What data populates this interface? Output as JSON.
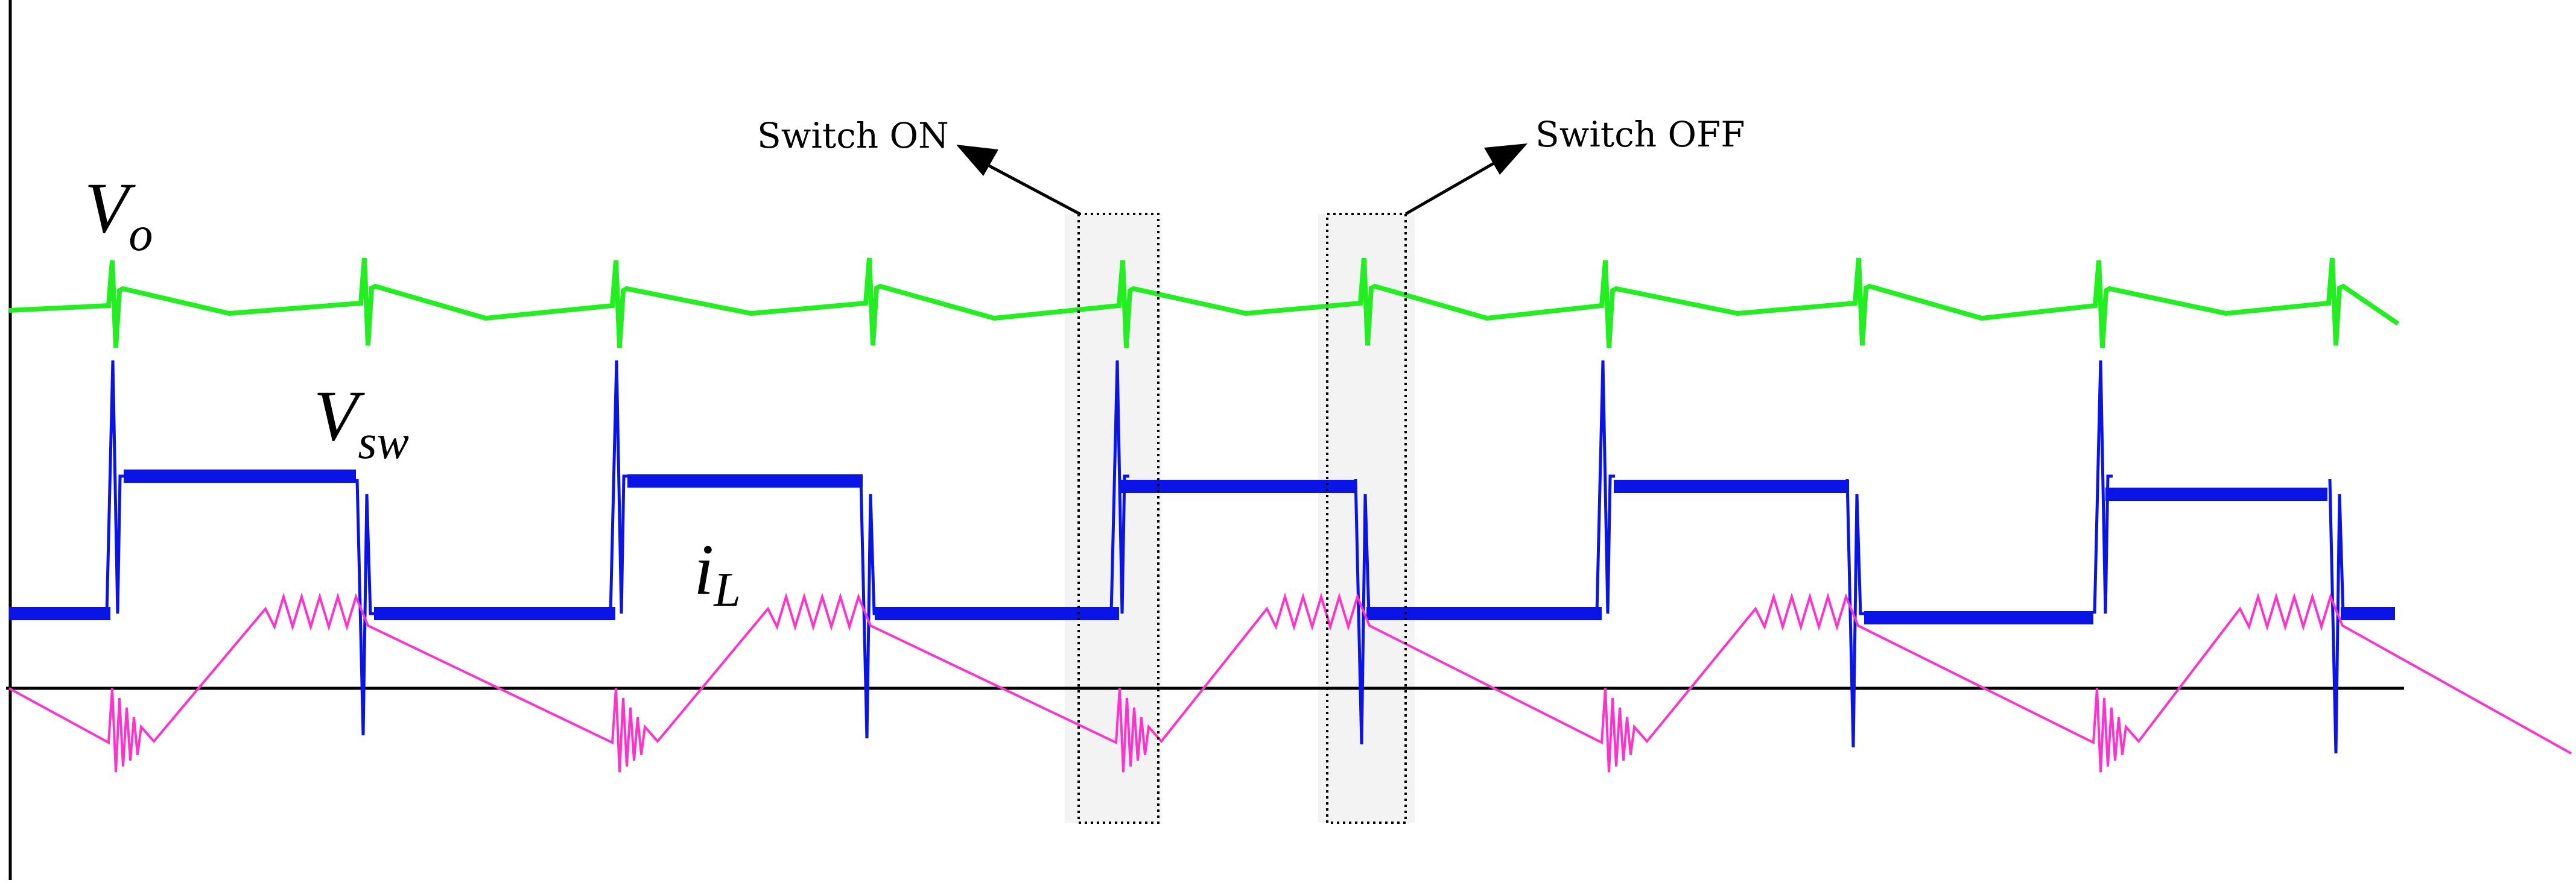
{
  "labels": {
    "vo_main": "V",
    "vo_sub": "o",
    "vsw_main": "V",
    "vsw_sub": "sw",
    "il_main": "i",
    "il_sub": "L",
    "switch_on": "Switch ON",
    "switch_off": "Switch OFF"
  },
  "colors": {
    "vo": "#22ee22",
    "vsw": "#0a14e6",
    "il": "#ff33cc",
    "axis": "#000000",
    "callout": "#000000",
    "highlight": "#f3f3f3"
  },
  "waveforms": {
    "period_count": 5,
    "vo_pulses": 10,
    "vsw_pulses": 5,
    "il_cycles": 5
  }
}
